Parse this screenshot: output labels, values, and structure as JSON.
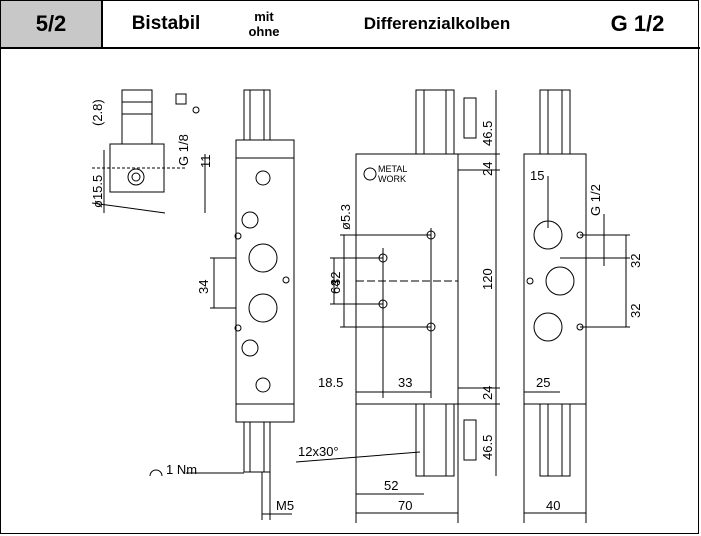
{
  "header": {
    "code": "5/2",
    "mode": "Bistabil",
    "option_top": "mit",
    "option_bottom": "ohne",
    "type": "Differenzialkolben",
    "thread": "G 1/2"
  },
  "drawing": {
    "detail_labels": [
      "(2.8)",
      "ø15.5",
      "G 1/8",
      "11"
    ],
    "side_labels": [
      "34",
      "1 Nm",
      "M5"
    ],
    "front_labels": [
      "ø5.3",
      "64",
      "32",
      "18.5",
      "33",
      "52",
      "70",
      "12x30°"
    ],
    "height_labels": [
      "46.5",
      "24",
      "120",
      "24",
      "46.5"
    ],
    "right_labels": [
      "15",
      "G 1/2",
      "32",
      "32",
      "25",
      "40"
    ],
    "logo_line1": "METAL",
    "logo_line2": "WORK"
  }
}
